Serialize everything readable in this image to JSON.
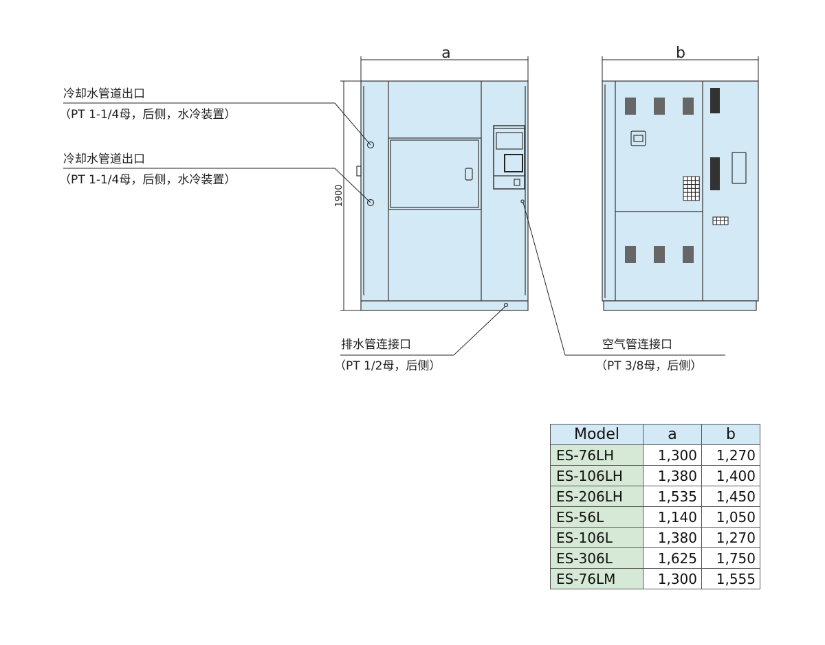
{
  "dimensions": {
    "front_width": "a",
    "side_width": "b",
    "height": "1900"
  },
  "callouts": {
    "cooling_outlet_1": {
      "title": "冷却水管道出口",
      "detail": "（PT 1-1/4母，后侧，水冷装置）"
    },
    "cooling_outlet_2": {
      "title": "冷却水管道出口",
      "detail": "（PT 1-1/4母，后侧，水冷装置）"
    },
    "drain": {
      "title": "排水管连接口",
      "detail": "（PT 1/2母，后侧）"
    },
    "air": {
      "title": "空气管连接口",
      "detail": "（PT 3/8母，后侧）"
    }
  },
  "colors": {
    "cabinet": "#d3e9f5",
    "table_header": "#d3e9f5",
    "model_column": "#d6e8d6"
  },
  "table": {
    "headers": [
      "Model",
      "a",
      "b"
    ],
    "rows": [
      [
        "ES-76LH",
        "1,300",
        "1,270"
      ],
      [
        "ES-106LH",
        "1,380",
        "1,400"
      ],
      [
        "ES-206LH",
        "1,535",
        "1,450"
      ],
      [
        "ES-56L",
        "1,140",
        "1,050"
      ],
      [
        "ES-106L",
        "1,380",
        "1,270"
      ],
      [
        "ES-306L",
        "1,625",
        "1,750"
      ],
      [
        "ES-76LM",
        "1,300",
        "1,555"
      ]
    ]
  }
}
